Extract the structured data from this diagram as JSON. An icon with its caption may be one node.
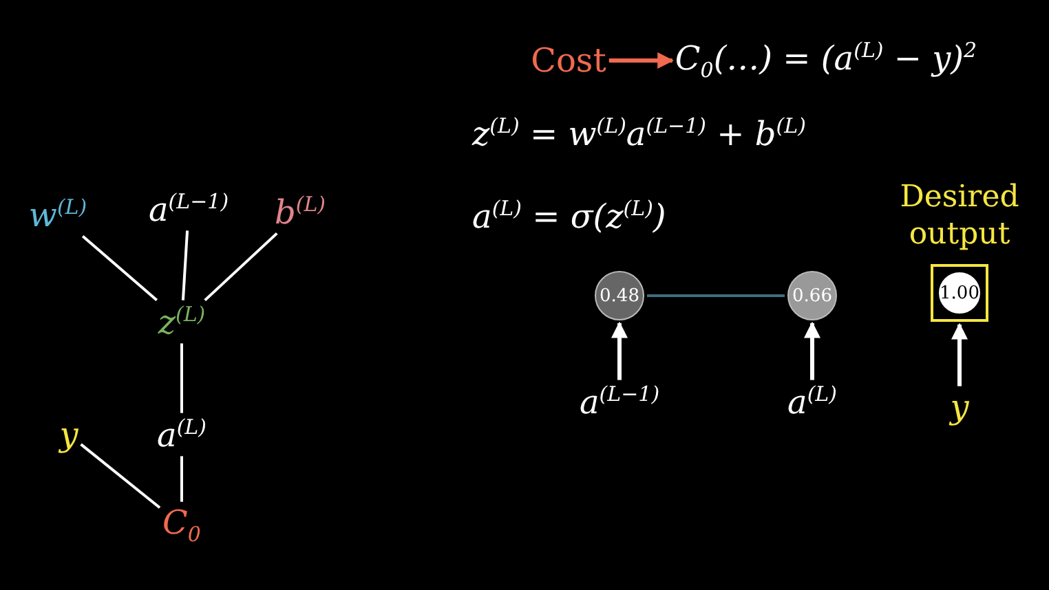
{
  "diagram": {
    "nodes": [
      {
        "text": [
          "w$^{(L)}$"
        ]
      },
      {
        "text": [
          "a$^{(L−1)}$"
        ]
      },
      {
        "text": [
          "b$^{(L)}$"
        ]
      },
      {
        "text": [
          "z$^{(L)}$"
        ]
      },
      {
        "text": [
          "a$^{(L)}$"
        ]
      },
      {
        "text": [
          "y"
        ]
      },
      {
        "text": [
          "C$_{0}$"
        ]
      },
      {
        "text": [
          "Cost"
        ]
      },
      {
        "text": [
          "C$_{0}$(…) = (a$^{(L)}$ − y)$^{2}$"
        ]
      },
      {
        "text": [
          "0.48"
        ]
      },
      {
        "text": [
          "0.66"
        ]
      },
      {
        "text": [
          "Desired output"
        ]
      },
      {
        "text": [
          "1.00"
        ],
        "in": 11
      },
      {
        "text": [
          "a$^{(L−1)}$"
        ]
      },
      {
        "text": [
          "a$^{(L)}$"
        ]
      },
      {
        "text": [
          "y"
        ]
      }
    ],
    "edges": [
      {
        "from": 0,
        "to": 3,
        "arrow": "none"
      },
      {
        "from": 1,
        "to": 3,
        "arrow": "none"
      },
      {
        "from": 2,
        "to": 3,
        "arrow": "none"
      },
      {
        "from": 3,
        "to": 4,
        "arrow": "none"
      },
      {
        "from": 5,
        "to": 6,
        "arrow": "none"
      },
      {
        "from": 4,
        "to": 6,
        "arrow": "none"
      },
      {
        "from": 7,
        "to": 8,
        "arrow": "to",
        "color": "#f06a50"
      },
      {
        "from": 9,
        "to": 10,
        "arrow": "none",
        "color": "#3f6d80"
      },
      {
        "from": 13,
        "to": 9,
        "arrow": "to"
      },
      {
        "from": 14,
        "to": 10,
        "arrow": "to"
      },
      {
        "from": 15,
        "to": 11,
        "arrow": "to"
      }
    ],
    "labels": [
      "z$^{(L)}$ = w$^{(L)}$a$^{(L−1)}$ + b$^{(L)}$",
      "a$^{(L)}$ = σ(z$^{(L)}$)"
    ]
  }
}
